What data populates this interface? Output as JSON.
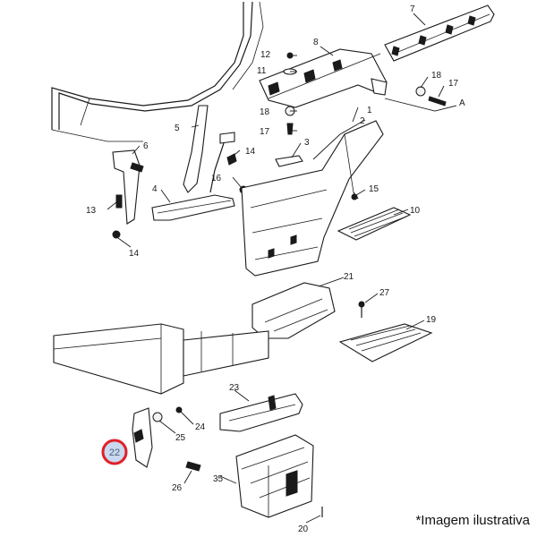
{
  "callouts": {
    "c1": "1",
    "c2": "2",
    "c3": "3",
    "c4": "4",
    "c5": "5",
    "c6": "6",
    "c7": "7",
    "c8": "8",
    "c10": "10",
    "c11": "11",
    "c12": "12",
    "c13": "13",
    "c14a": "14",
    "c14b": "14",
    "c15": "15",
    "c16": "16",
    "c17a": "17",
    "c17b": "17",
    "c18a": "18",
    "c18b": "18",
    "c19": "19",
    "c20": "20",
    "c21": "21",
    "c22": "22",
    "c23": "23",
    "c24": "24",
    "c25": "25",
    "c26": "26",
    "c27": "27",
    "c35": "35",
    "cA": "A"
  },
  "footer": {
    "note": "*Imagem ilustrativa"
  },
  "colors": {
    "highlight_ring": "#e0202a",
    "highlight_fill": "#c9d9ef"
  }
}
